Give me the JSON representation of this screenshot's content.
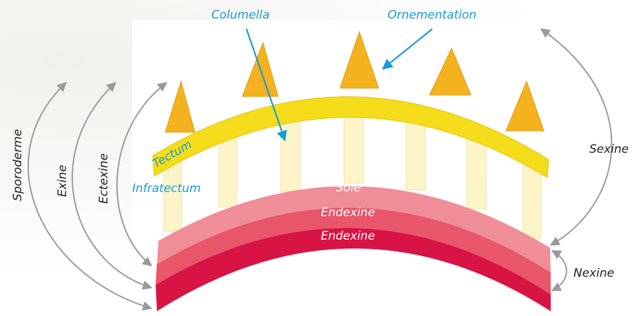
{
  "labels": {
    "columella": "Columella",
    "ornementation": "Ornementation",
    "tectum": "Tectum",
    "infratectum": "Infratectum",
    "sole": "Sole",
    "endexine_1": "Endexine",
    "endexine_2": "Endexine",
    "sporoderme": "Sporoderme",
    "exine": "Exine",
    "ectexine": "Ectexine",
    "sexine": "Sexine",
    "nexine": "Nexine"
  },
  "colors": {
    "label_blue": "#1a9ad6",
    "tectum": "#f5dc1a",
    "spine": "#f4b21e",
    "columella": "#fdf5c8",
    "sole": "#f08e98",
    "endexine_1": "#e8566a",
    "endexine_2": "#d81444",
    "arrow": "#9a9a9a"
  }
}
